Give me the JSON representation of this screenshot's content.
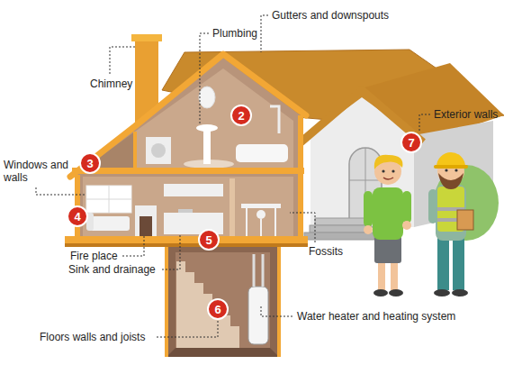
{
  "diagram": {
    "labels": [
      "Gutters and downspouts",
      "Plumbing",
      "Chimney",
      "Exterior walls",
      "2",
      "7",
      "3",
      "Windows and walls",
      "4",
      "5",
      "Fire place",
      "Fossits",
      "Sink and drainage",
      "6",
      "Water heater and heating system",
      "Floors walls and joists"
    ]
  }
}
